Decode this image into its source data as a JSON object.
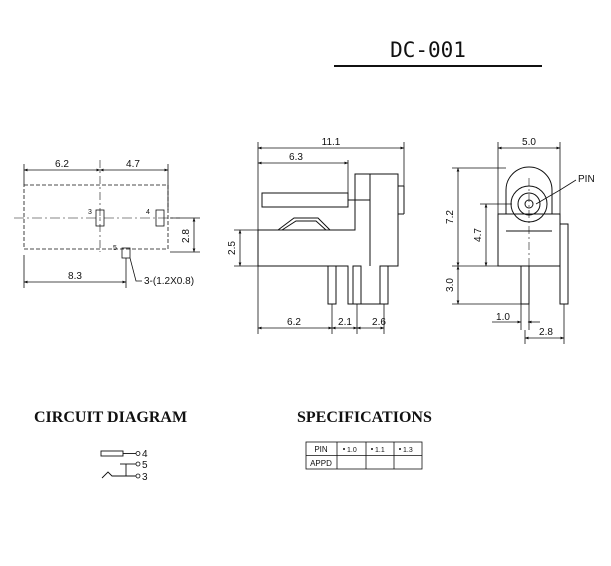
{
  "title": "DC-001",
  "front_view": {
    "dim_left": "6.2",
    "dim_right": "4.7",
    "dim_height": "2.8",
    "dim_bottom": "8.3",
    "pad_label": "3-(1.2X0.8)",
    "pin_3": "3",
    "pin_4": "4",
    "pin_5": "5"
  },
  "side_view": {
    "dim_total": "11.1",
    "dim_top": "6.3",
    "dim_height": "2.5",
    "dim_bottom_a": "6.2",
    "dim_bottom_b": "2.1",
    "dim_bottom_c": "2.6"
  },
  "end_view": {
    "dim_width": "5.0",
    "dim_height_total": "7.2",
    "dim_height_center": "4.7",
    "dim_pin_length": "3.0",
    "dim_pin_width": "1.0",
    "dim_pin_spacing": "2.8",
    "pin_label": "PIN"
  },
  "circuit": {
    "heading": "CIRCUIT DIAGRAM",
    "pin_4": "4",
    "pin_5": "5",
    "pin_3": "3"
  },
  "specifications": {
    "heading": "SPECIFICATIONS",
    "row_labels": [
      "PIN",
      "APPD"
    ],
    "columns": [
      "1.0",
      "1.1",
      "1.3"
    ]
  }
}
